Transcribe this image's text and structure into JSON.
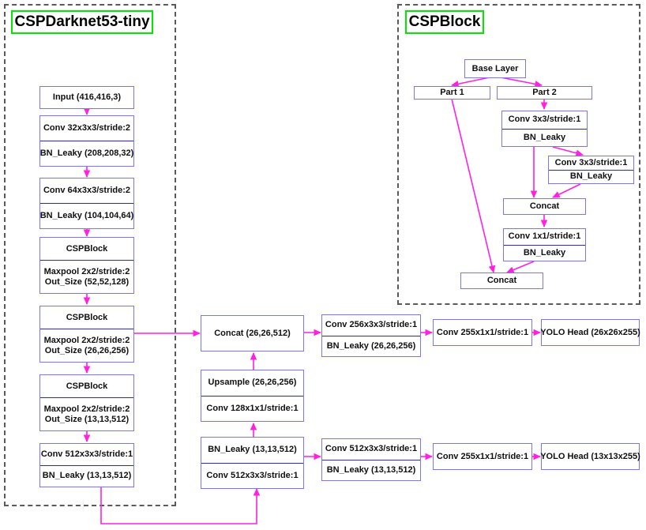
{
  "panels": [
    {
      "name": "backbone",
      "title": "CSPDarknet53-tiny"
    },
    {
      "name": "cspblock",
      "title": "CSPBlock"
    }
  ],
  "backbone": {
    "title": "CSPDarknet53-tiny",
    "nodes": [
      {
        "id": "input",
        "rows": [
          "Input (416,416,3)"
        ]
      },
      {
        "id": "conv32",
        "rows": [
          "Conv 32x3x3/stride:2",
          "BN_Leaky (208,208,32)"
        ]
      },
      {
        "id": "conv64",
        "rows": [
          "Conv 64x3x3/stride:2",
          "BN_Leaky (104,104,64)"
        ]
      },
      {
        "id": "csp1",
        "rows": [
          "CSPBlock",
          "Maxpool 2x2/stride:2",
          "Out_Size (52,52,128)"
        ]
      },
      {
        "id": "csp2",
        "rows": [
          "CSPBlock",
          "Maxpool 2x2/stride:2",
          "Out_Size (26,26,256)"
        ]
      },
      {
        "id": "csp3",
        "rows": [
          "CSPBlock",
          "Maxpool 2x2/stride:2",
          "Out_Size (13,13,512)"
        ]
      },
      {
        "id": "conv512",
        "rows": [
          "Conv 512x3x3/stride:1",
          "BN_Leaky (13,13,512)"
        ]
      }
    ]
  },
  "cspblock": {
    "title": "CSPBlock",
    "nodes": [
      {
        "id": "base",
        "rows": [
          "Base Layer"
        ]
      },
      {
        "id": "part1",
        "rows": [
          "Part 1"
        ]
      },
      {
        "id": "part2",
        "rows": [
          "Part 2"
        ]
      },
      {
        "id": "convA",
        "rows": [
          "Conv 3x3/stride:1",
          "BN_Leaky"
        ]
      },
      {
        "id": "convB",
        "rows": [
          "Conv 3x3/stride:1",
          "BN_Leaky"
        ]
      },
      {
        "id": "concat1",
        "rows": [
          "Concat"
        ]
      },
      {
        "id": "conv1x1",
        "rows": [
          "Conv 1x1/stride:1",
          "BN_Leaky"
        ]
      },
      {
        "id": "concat2",
        "rows": [
          "Concat"
        ]
      }
    ]
  },
  "neck": {
    "nodes": [
      {
        "id": "concat512",
        "rows": [
          "Concat (26,26,512)"
        ]
      },
      {
        "id": "upsample",
        "rows": [
          "Upsample (26,26,256)",
          "Conv 128x1x1/stride:1"
        ]
      },
      {
        "id": "bnconv512",
        "rows": [
          "BN_Leaky (13,13,512)",
          "Conv 512x3x3/stride:1"
        ]
      }
    ]
  },
  "heads": {
    "branch_large": {
      "conv": [
        "Conv 256x3x3/stride:1",
        "BN_Leaky (26,26,256)"
      ],
      "conv255": [
        "Conv 255x1x1/stride:1"
      ],
      "yolo": [
        "YOLO Head (26x26x255)"
      ]
    },
    "branch_small": {
      "conv": [
        "Conv 512x3x3/stride:1",
        "BN_Leaky (13,13,512)"
      ],
      "conv255": [
        "Conv 255x1x1/stride:1"
      ],
      "yolo": [
        "YOLO Head (13x13x255)"
      ]
    }
  },
  "colors": {
    "node_border": "#7d74ef",
    "node_divider": "#2a2ab4",
    "arrow": "#ff20e0",
    "panel_border": "#5a5a5a",
    "title_border": "#00e800",
    "text": "#101010",
    "background": "#ffffff"
  }
}
